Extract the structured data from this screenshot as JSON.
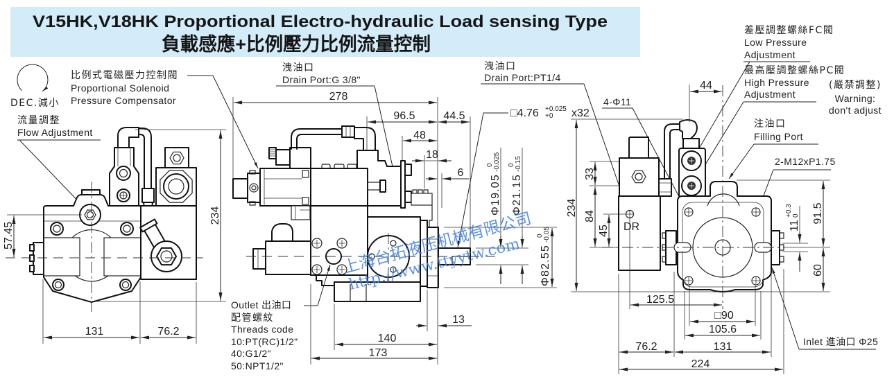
{
  "colors": {
    "banner": "#d3ecf9",
    "watermark": "#3f7fe2"
  },
  "header": {
    "title_en": "V15HK,V18HK Proportional Electro-hydraulic Load sensing Type",
    "title_zh": "負載感應+比例壓力比例流量控制"
  },
  "left_view": {
    "rotation_label": "DEC.減小",
    "compensator": {
      "zh": "比例式電磁壓力控制閥",
      "en1": "Proportional Solenoid",
      "en2": "Pressure Compensator"
    },
    "flow": {
      "zh": "流量調整",
      "en": "Flow Adjustment"
    },
    "dims": {
      "height": "234",
      "shaft_height": "57.45",
      "body_width": "131",
      "block_width": "76.2"
    }
  },
  "side_view": {
    "drain": {
      "zh": "洩油口",
      "en": "Drain Port:G 3/8\""
    },
    "outlet": {
      "label": "Outlet 出油口",
      "threads_zh": "配管螺紋",
      "threads_en": "Threads code",
      "codes": [
        "10:PT(RC)1/2\"",
        "40:G1/2\"",
        "50:NPT1/2\""
      ]
    },
    "dims": {
      "overall": "278",
      "d96_5": "96.5",
      "d44_5": "44.5",
      "d48": "48",
      "d18": "18",
      "d6": "6",
      "d13": "13",
      "d140": "140",
      "d173": "173"
    },
    "key": {
      "size": "□4.76",
      "tol_upper": "+0.025",
      "tol_lower": "+0",
      "length": "x32"
    },
    "diameters": [
      {
        "label": "Φ19.05",
        "tol_upper": "0",
        "tol_lower": "-0.025"
      },
      {
        "label": "Φ21.15",
        "tol_upper": "0",
        "tol_lower": "-0.15"
      },
      {
        "label": "Φ82.55",
        "tol_upper": "0",
        "tol_lower": "-0.05"
      }
    ]
  },
  "front_view": {
    "drain": {
      "zh": "洩油口",
      "en": "Drain Port:PT1/4"
    },
    "bolt_holes": "4-Φ11",
    "fc_valve": {
      "zh": "差壓調整螺絲FC閥",
      "en1": "Low Pressure",
      "en2": "Adjustment"
    },
    "pc_valve": {
      "zh": "最高壓調整螺絲PC閥",
      "en1": "High Pressure",
      "en2": "Adjustment"
    },
    "warning": {
      "zh": "(嚴禁調整)",
      "en1": "Warning:",
      "en2": "don't adjust"
    },
    "filling_port": {
      "zh": "注油口",
      "en": "Filling Port"
    },
    "tapped_holes": "2-M12xP1.75",
    "drain_mark": "DR",
    "inlet": "Inlet 進油口 Φ25",
    "dims": {
      "d44": "44",
      "height": "234",
      "d33": "33",
      "d84": "84",
      "d45": "45",
      "d91_5": "91.5",
      "d60": "60",
      "d11": "11",
      "d11_tol_upper": "+0.3",
      "d11_tol_lower": "0",
      "d125_5": "125.5",
      "square90": "□90",
      "d105_6": "105.6",
      "d76_2": "76.2",
      "d131": "131",
      "d224": "224"
    }
  },
  "watermark": {
    "company": "上海台拓液压机械有限公司",
    "url": "http://www.ttyytw.com"
  }
}
